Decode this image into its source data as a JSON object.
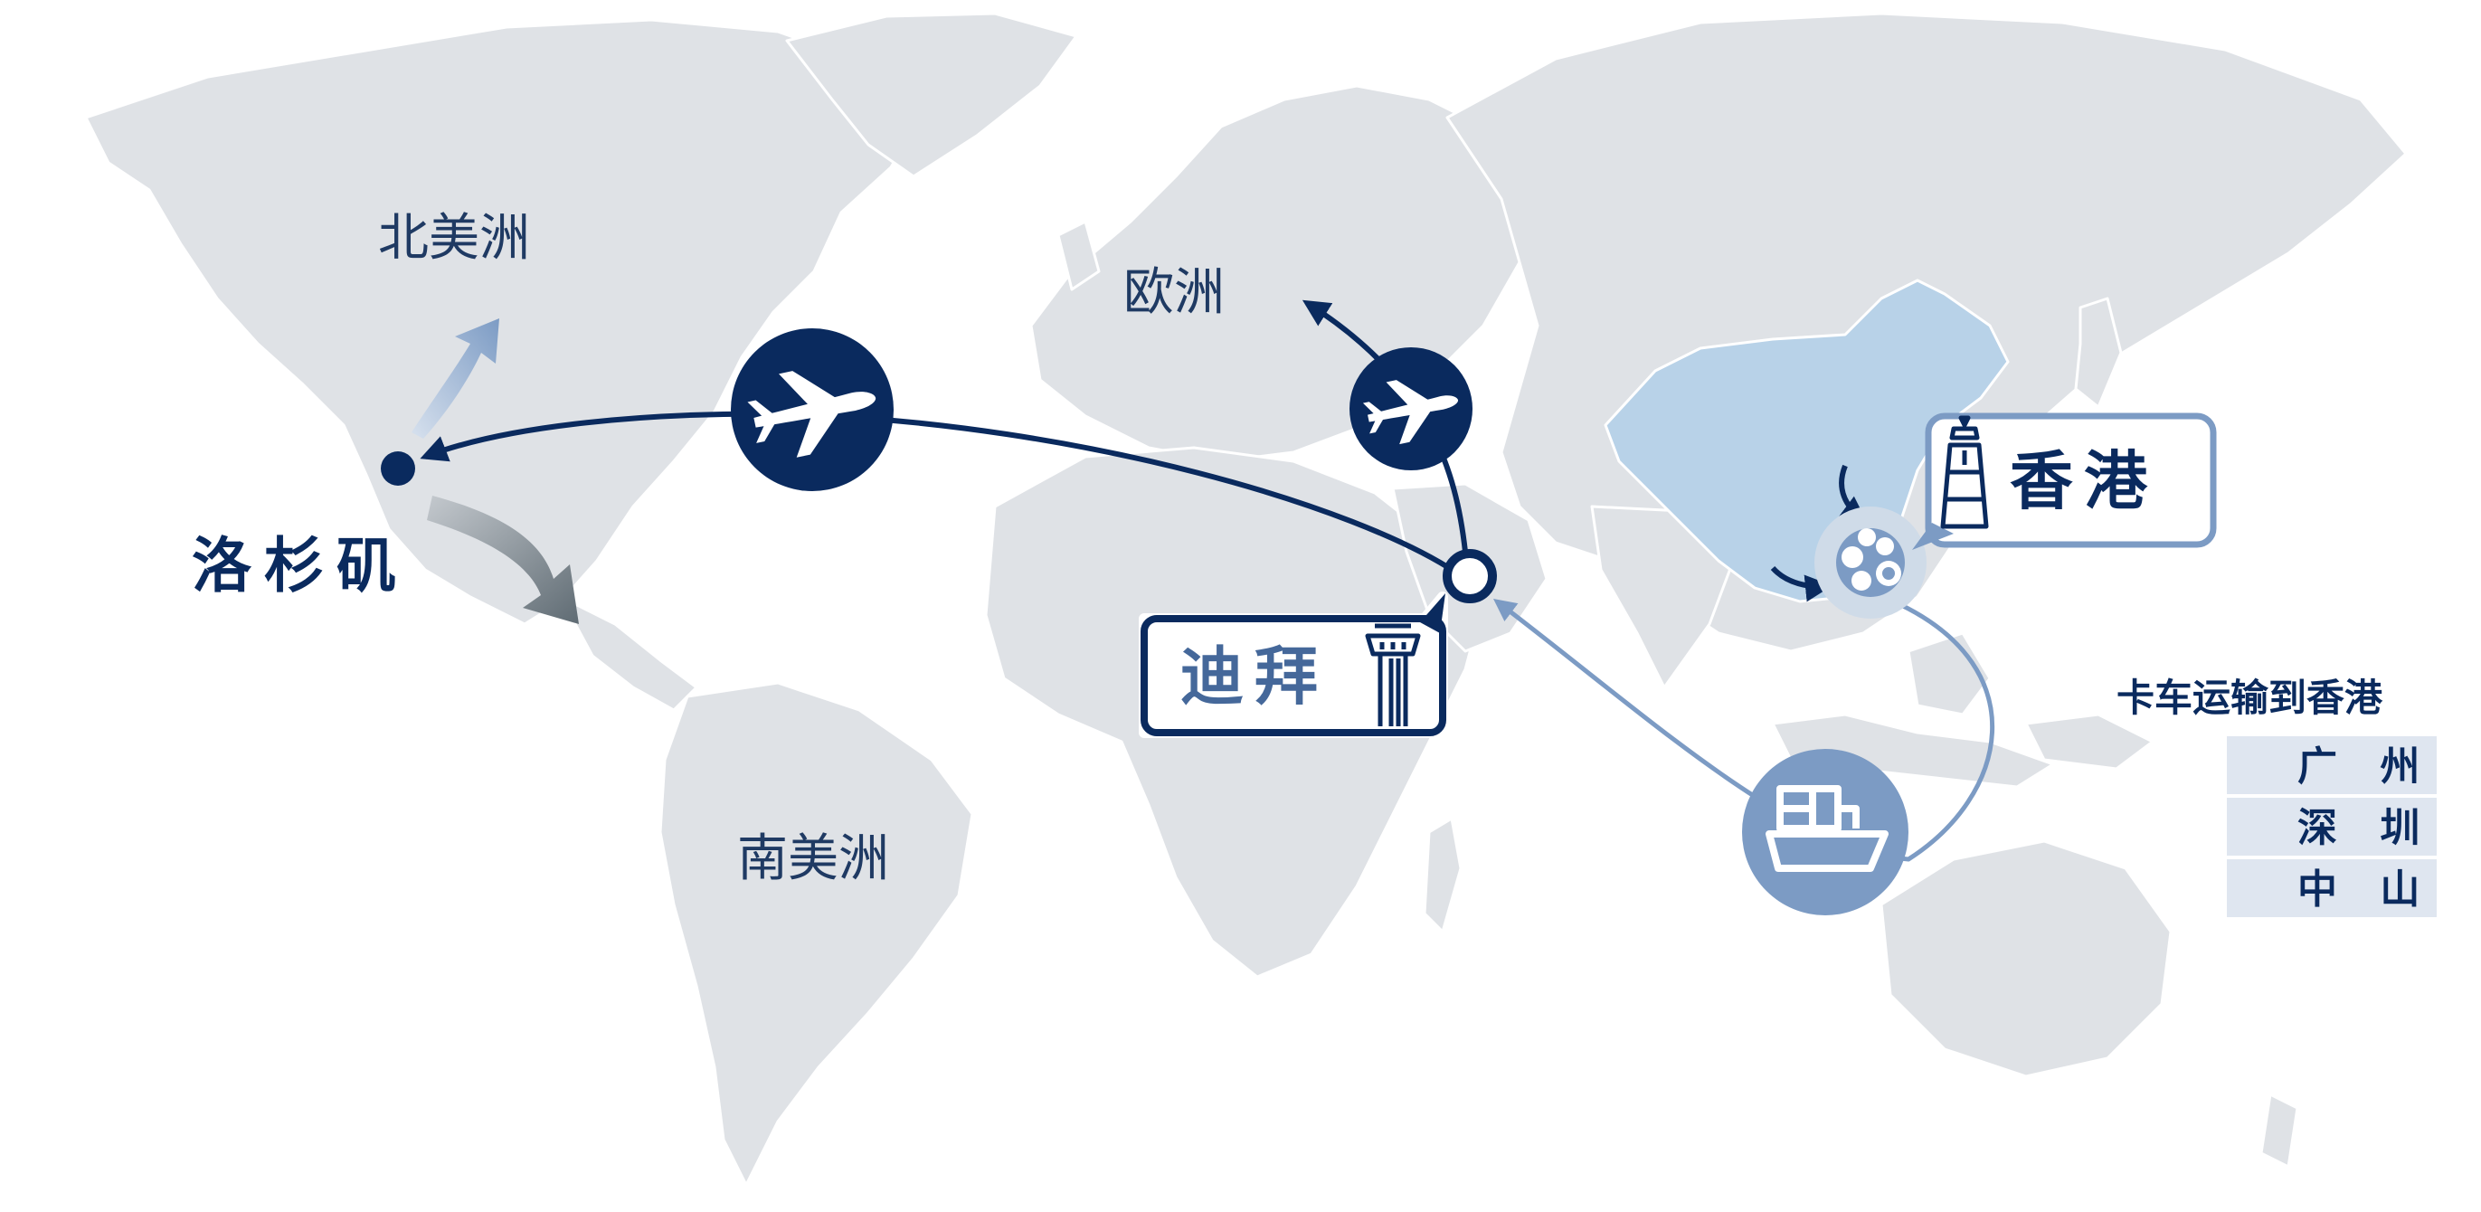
{
  "regions": {
    "north_america": "北美洲",
    "europe": "欧洲",
    "south_america": "南美洲"
  },
  "cities": {
    "los_angeles": "洛杉矶",
    "dubai": "迪拜",
    "hong_kong": "香港"
  },
  "truck_panel": {
    "title": "卡车运输到香港",
    "items": [
      "广 州",
      "深 圳",
      "中 山"
    ]
  },
  "icons": {
    "air_freight_main": "airplane-icon",
    "air_freight_europe": "airplane-icon",
    "sea_freight": "cargo-ship-icon",
    "dubai_marker": "control-tower-icon",
    "hong_kong_marker": "lighthouse-icon",
    "hong_kong_hub": "consolidation-hub-icon"
  },
  "colors": {
    "navy": "#0a2a5e",
    "steel_blue": "#7c9bc4",
    "china_highlight": "#b8d2e8",
    "land": "#dfe2e6",
    "truck_panel_bg": "#dfe6f0",
    "mexico_arrow": "#5f6b73"
  }
}
